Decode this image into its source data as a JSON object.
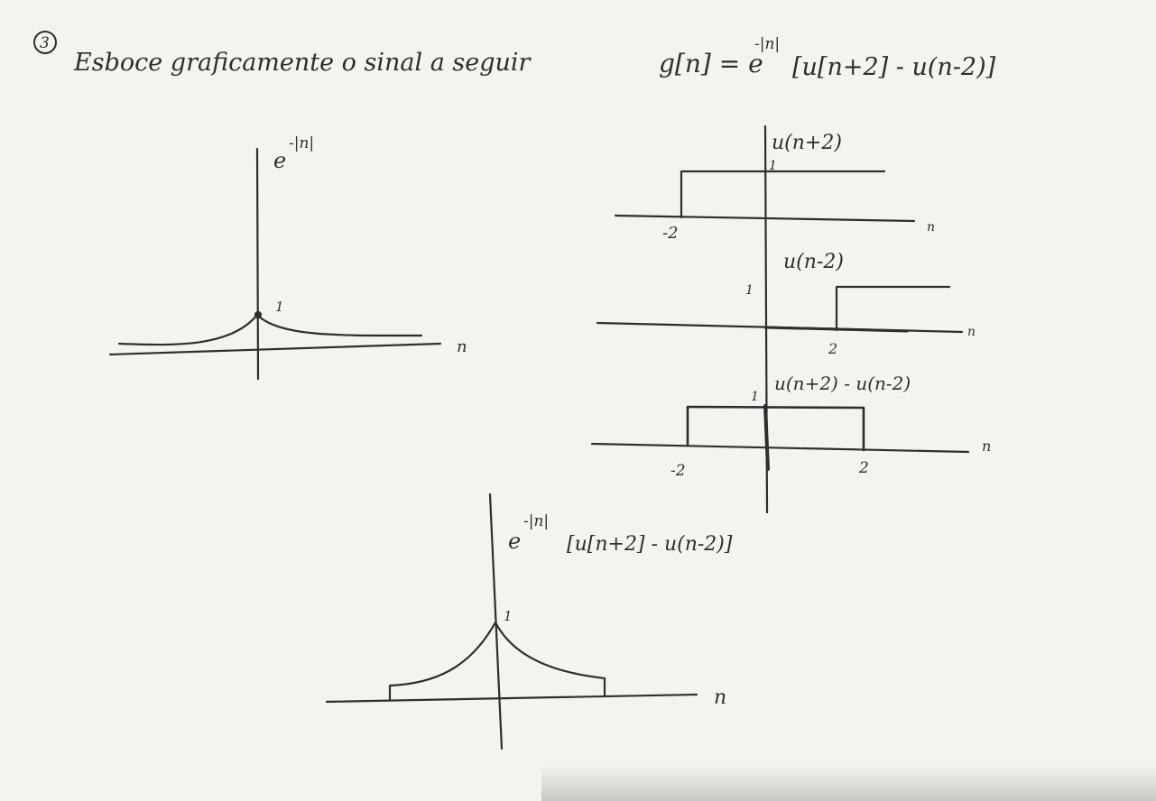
{
  "header": {
    "number": "3",
    "text": "Esboce graficamente o sinal a seguir",
    "equation": "g[n] = e",
    "equation_exp": "-|n|",
    "equation_tail": "[u[n+2] - u(n-2)]"
  },
  "graph_exp": {
    "label": "e",
    "label_exp": "-|n|",
    "peak_label": "1",
    "axis_label": "n"
  },
  "graph_u_plus": {
    "label": "u(n+2)",
    "height_label": "1",
    "tick_label": "-2",
    "axis_label": "n"
  },
  "graph_u_minus": {
    "label": "u(n-2)",
    "height_label": "1",
    "tick_label": "2",
    "axis_label": "n"
  },
  "graph_diff": {
    "label": "u(n+2) - u(n-2)",
    "height_label": "1",
    "tick_left": "-2",
    "tick_right": "2",
    "axis_label": "n"
  },
  "graph_result": {
    "label": "e",
    "label_exp": "-|n|",
    "label_tail": "[u[n+2] - u(n-2)]",
    "peak_label": "1",
    "axis_label": "n"
  },
  "colors": {
    "paper": "#f4f3f0",
    "ink": "#2e2e2e"
  }
}
